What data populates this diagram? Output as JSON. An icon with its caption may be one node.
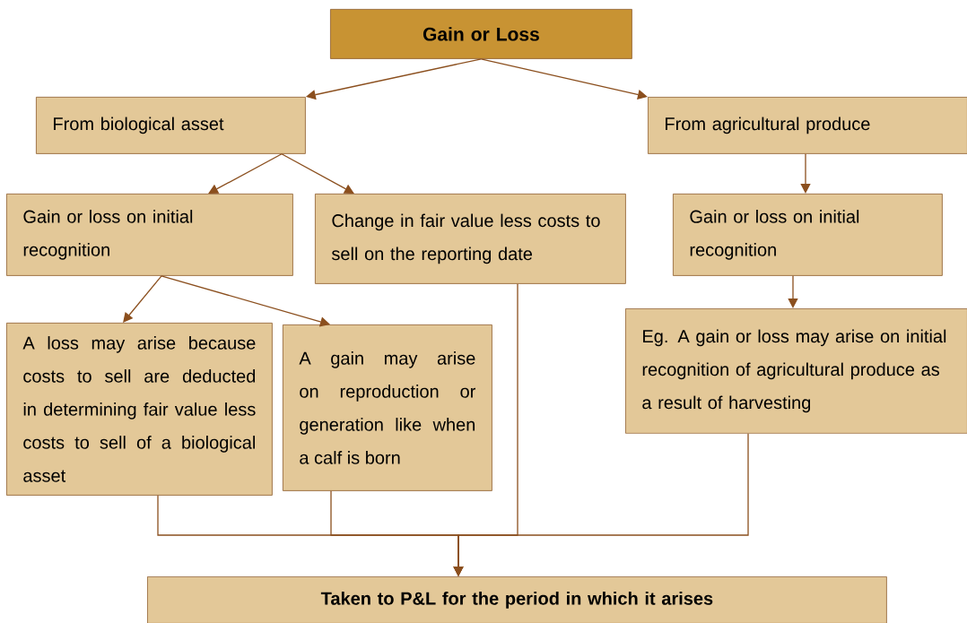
{
  "diagram": {
    "nodes": [
      {
        "text": [
          "Gain or Loss"
        ]
      },
      {
        "text": [
          "From biological asset"
        ]
      },
      {
        "text": [
          "From agricultural produce"
        ]
      },
      {
        "text": [
          "Gain or loss on initial recognition"
        ]
      },
      {
        "text": [
          "Change in fair value less costs to sell on the reporting date"
        ]
      },
      {
        "text": [
          "Gain or loss on initial recognition"
        ]
      },
      {
        "text": [
          "A loss may arise because costs to sell are deducted in determining fair value less costs to sell of a biological asset"
        ]
      },
      {
        "text": [
          "A gain may arise on reproduction or generation like when a calf is born"
        ]
      },
      {
        "text": [
          "Eg. A gain or loss may arise on initial recognition of agricultural produce as a result of harvesting"
        ]
      },
      {
        "text": [
          "Taken to P&L for the period in which it arises"
        ]
      }
    ],
    "edges": [
      {
        "from": 0,
        "to": 1,
        "arrow": "to"
      },
      {
        "from": 0,
        "to": 2,
        "arrow": "to"
      },
      {
        "from": 1,
        "to": 3,
        "arrow": "to"
      },
      {
        "from": 1,
        "to": 4,
        "arrow": "to"
      },
      {
        "from": 2,
        "to": 5,
        "arrow": "to"
      },
      {
        "from": 3,
        "to": 6,
        "arrow": "to"
      },
      {
        "from": 3,
        "to": 7,
        "arrow": "to"
      },
      {
        "from": 5,
        "to": 8,
        "arrow": "to"
      },
      {
        "from": 6,
        "to": 9,
        "arrow": "to"
      },
      {
        "from": 7,
        "to": 9,
        "arrow": "to"
      },
      {
        "from": 4,
        "to": 9,
        "arrow": "to"
      },
      {
        "from": 8,
        "to": 9,
        "arrow": "to"
      }
    ]
  }
}
